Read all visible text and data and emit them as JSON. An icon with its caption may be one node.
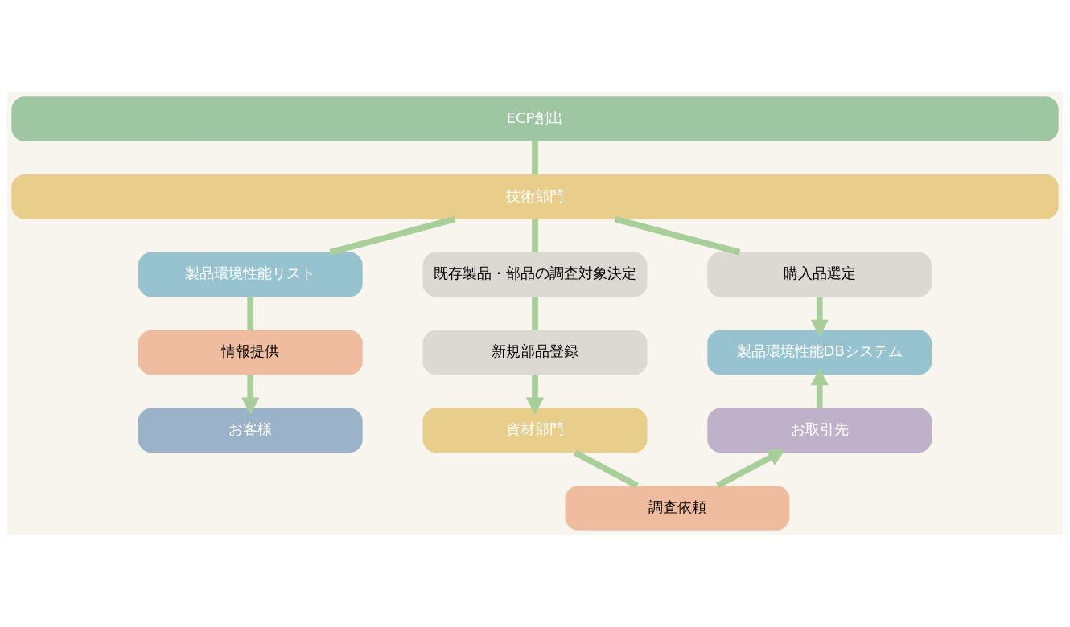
{
  "diagram": {
    "nodes": [
      {
        "text": [
          "ECP創出"
        ]
      },
      {
        "text": [
          "技術部門"
        ]
      },
      {
        "text": [
          "製品環境性能リスト"
        ]
      },
      {
        "text": [
          "既存製品・部品の調査対象決定"
        ]
      },
      {
        "text": [
          "購入品選定"
        ]
      },
      {
        "text": [
          "新規部品登録"
        ]
      },
      {
        "text": [
          "製品環境性能DBシステム"
        ]
      },
      {
        "text": [
          "情報提供"
        ]
      },
      {
        "text": [
          "お客様"
        ]
      },
      {
        "text": [
          "資材部門"
        ]
      },
      {
        "text": [
          "お取引先"
        ]
      },
      {
        "text": [
          "調査依頼"
        ]
      }
    ],
    "edges": [
      {
        "from": 0,
        "to": 1,
        "arrow": "none"
      },
      {
        "from": 1,
        "to": 2,
        "arrow": "none"
      },
      {
        "from": 1,
        "to": 3,
        "arrow": "none"
      },
      {
        "from": 1,
        "to": 4,
        "arrow": "none"
      },
      {
        "from": 2,
        "to": 7,
        "arrow": "none"
      },
      {
        "from": 7,
        "to": 8,
        "arrow": "to"
      },
      {
        "from": 3,
        "to": 5,
        "arrow": "none"
      },
      {
        "from": 5,
        "to": 9,
        "arrow": "to"
      },
      {
        "from": 4,
        "to": 6,
        "arrow": "to"
      },
      {
        "from": 10,
        "to": 6,
        "arrow": "to"
      },
      {
        "from": 9,
        "to": 11,
        "arrow": "none"
      },
      {
        "from": 11,
        "to": 10,
        "arrow": "to"
      }
    ]
  }
}
